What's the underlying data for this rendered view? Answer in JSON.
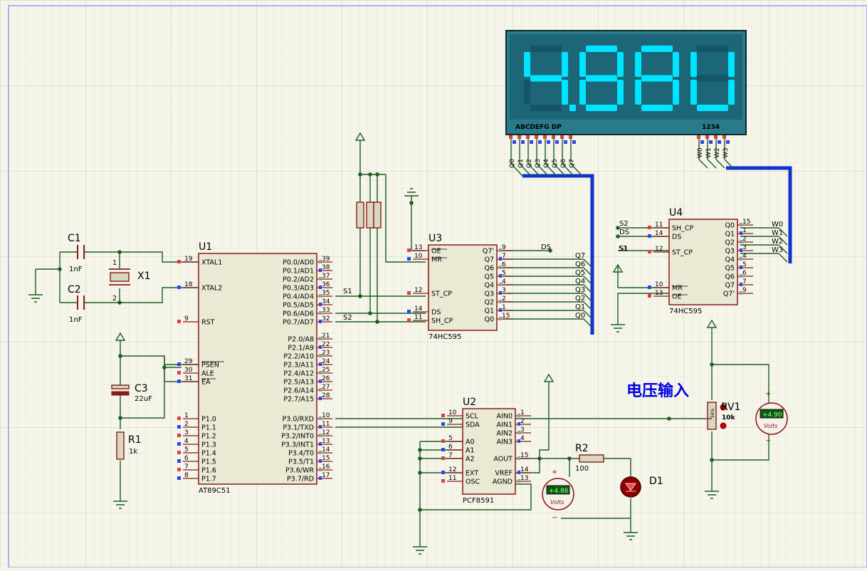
{
  "display": {
    "digits": [
      "4",
      "8",
      "8",
      "U"
    ],
    "dp_after_index": 0,
    "segment_label": "ABCDEFG  DP",
    "digit_select_label": "1234",
    "seg_pins": [
      "Q0",
      "Q1",
      "Q2",
      "Q3",
      "Q4",
      "Q5",
      "Q6",
      "Q7"
    ],
    "digit_pins": [
      "W0",
      "W1",
      "W2",
      "W3"
    ],
    "color_bg": "#1c6677",
    "color_seg_on": "#00e5ff",
    "color_seg_off": "#145566"
  },
  "annotation": {
    "text": "电压输入",
    "color": "#0000e0"
  },
  "components": {
    "C1": {
      "ref": "C1",
      "value": "1nF"
    },
    "C2": {
      "ref": "C2",
      "value": "1nF"
    },
    "X1": {
      "ref": "X1",
      "pin1": "1",
      "pin2": "2"
    },
    "C3": {
      "ref": "C3",
      "value": "22uF"
    },
    "R1": {
      "ref": "R1",
      "value": "1k"
    },
    "R2": {
      "ref": "R2",
      "value": "100"
    },
    "D1": {
      "ref": "D1"
    },
    "RV1": {
      "ref": "RV1",
      "value": "10k",
      "wiper": "56%"
    },
    "U1": {
      "ref": "U1",
      "part": "AT89C51",
      "left_pins": [
        {
          "num": "19",
          "name": "XTAL1"
        },
        {
          "num": "18",
          "name": "XTAL2"
        },
        {
          "num": "9",
          "name": "RST"
        },
        {
          "num": "29",
          "name": "PSEN"
        },
        {
          "num": "30",
          "name": "ALE"
        },
        {
          "num": "31",
          "name": "EA"
        },
        {
          "num": "1",
          "name": "P1.0"
        },
        {
          "num": "2",
          "name": "P1.1"
        },
        {
          "num": "3",
          "name": "P1.2"
        },
        {
          "num": "4",
          "name": "P1.3"
        },
        {
          "num": "5",
          "name": "P1.4"
        },
        {
          "num": "6",
          "name": "P1.5"
        },
        {
          "num": "7",
          "name": "P1.6"
        },
        {
          "num": "8",
          "name": "P1.7"
        }
      ],
      "right_pins": [
        {
          "num": "39",
          "name": "P0.0/AD0"
        },
        {
          "num": "38",
          "name": "P0.1/AD1"
        },
        {
          "num": "37",
          "name": "P0.2/AD2"
        },
        {
          "num": "36",
          "name": "P0.3/AD3"
        },
        {
          "num": "35",
          "name": "P0.4/AD4"
        },
        {
          "num": "34",
          "name": "P0.5/AD5"
        },
        {
          "num": "33",
          "name": "P0.6/AD6"
        },
        {
          "num": "32",
          "name": "P0.7/AD7"
        },
        {
          "num": "21",
          "name": "P2.0/A8"
        },
        {
          "num": "22",
          "name": "P2.1/A9"
        },
        {
          "num": "23",
          "name": "P2.2/A10"
        },
        {
          "num": "24",
          "name": "P2.3/A11"
        },
        {
          "num": "25",
          "name": "P2.4/A12"
        },
        {
          "num": "26",
          "name": "P2.5/A13"
        },
        {
          "num": "27",
          "name": "P2.6/A14"
        },
        {
          "num": "28",
          "name": "P2.7/A15"
        },
        {
          "num": "10",
          "name": "P3.0/RXD"
        },
        {
          "num": "11",
          "name": "P3.1/TXD"
        },
        {
          "num": "12",
          "name": "P3.2/INT0"
        },
        {
          "num": "13",
          "name": "P3.3/INT1"
        },
        {
          "num": "14",
          "name": "P3.4/T0"
        },
        {
          "num": "15",
          "name": "P3.5/T1"
        },
        {
          "num": "16",
          "name": "P3.6/WR"
        },
        {
          "num": "17",
          "name": "P3.7/RD"
        }
      ]
    },
    "U2": {
      "ref": "U2",
      "part": "PCF8591",
      "left_pins": [
        {
          "num": "10",
          "name": "SCL"
        },
        {
          "num": "9",
          "name": "SDA"
        },
        {
          "num": "5",
          "name": "A0"
        },
        {
          "num": "6",
          "name": "A1"
        },
        {
          "num": "7",
          "name": "A2"
        },
        {
          "num": "12",
          "name": "EXT"
        },
        {
          "num": "11",
          "name": "OSC"
        }
      ],
      "right_pins": [
        {
          "num": "1",
          "name": "AIN0"
        },
        {
          "num": "2",
          "name": "AIN1"
        },
        {
          "num": "3",
          "name": "AIN2"
        },
        {
          "num": "4",
          "name": "AIN3"
        },
        {
          "num": "15",
          "name": "AOUT"
        },
        {
          "num": "14",
          "name": "VREF"
        },
        {
          "num": "13",
          "name": "AGND"
        }
      ]
    },
    "U3": {
      "ref": "U3",
      "part": "74HC595",
      "left_pins": [
        {
          "num": "13",
          "name": "OE"
        },
        {
          "num": "10",
          "name": "MR"
        },
        {
          "num": "12",
          "name": "ST_CP"
        },
        {
          "num": "14",
          "name": "DS"
        },
        {
          "num": "11",
          "name": "SH_CP"
        }
      ],
      "right_pins": [
        {
          "num": "9",
          "name": "Q7'"
        },
        {
          "num": "7",
          "name": "Q7"
        },
        {
          "num": "6",
          "name": "Q6"
        },
        {
          "num": "5",
          "name": "Q5"
        },
        {
          "num": "4",
          "name": "Q4"
        },
        {
          "num": "3",
          "name": "Q3"
        },
        {
          "num": "2",
          "name": "Q2"
        },
        {
          "num": "1",
          "name": "Q1"
        },
        {
          "num": "15",
          "name": "Q0"
        }
      ],
      "out_labels": [
        "Q7",
        "Q6",
        "Q5",
        "Q4",
        "Q3",
        "Q2",
        "Q1",
        "Q0"
      ]
    },
    "U4": {
      "ref": "U4",
      "part": "74HC595",
      "left_pins": [
        {
          "num": "11",
          "name": "SH_CP"
        },
        {
          "num": "14",
          "name": "DS"
        },
        {
          "num": "12",
          "name": "ST_CP"
        },
        {
          "num": "10",
          "name": "MR"
        },
        {
          "num": "13",
          "name": "OE"
        }
      ],
      "right_pins": [
        {
          "num": "15",
          "name": "Q0"
        },
        {
          "num": "1",
          "name": "Q1"
        },
        {
          "num": "2",
          "name": "Q2"
        },
        {
          "num": "3",
          "name": "Q3"
        },
        {
          "num": "4",
          "name": "Q4"
        },
        {
          "num": "5",
          "name": "Q5"
        },
        {
          "num": "6",
          "name": "Q6"
        },
        {
          "num": "7",
          "name": "Q7"
        },
        {
          "num": "9",
          "name": "Q7'"
        }
      ],
      "in_labels": [
        "S2",
        "DS",
        "S1"
      ],
      "out_labels": [
        "W0",
        "W1",
        "W2",
        "W3"
      ]
    }
  },
  "net_labels": {
    "s1": "S1",
    "s2": "S2",
    "ds": "DS"
  },
  "meters": {
    "vm1": {
      "reading": "+4.90",
      "unit": "Volts"
    },
    "vm2": {
      "reading": "+4.86",
      "unit": "Volts"
    }
  }
}
